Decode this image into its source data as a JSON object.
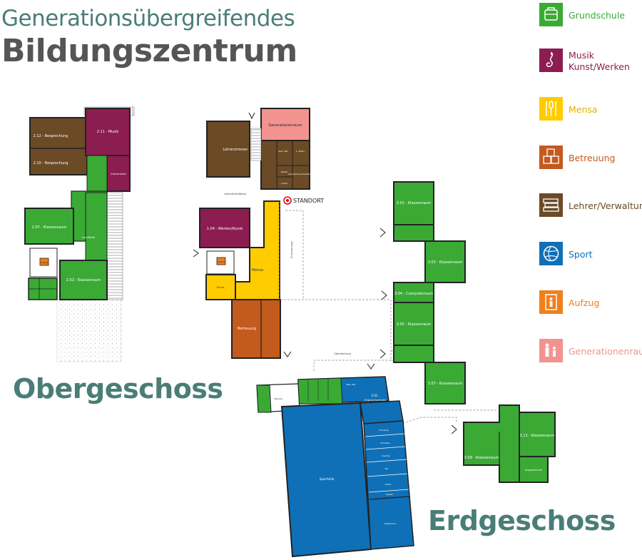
{
  "header": {
    "title_line1": "Generationsübergreifendes",
    "title_line2": "Bildungszentrum"
  },
  "floors": {
    "upper": "Obergeschoss",
    "ground": "Erdgeschoss"
  },
  "colors": {
    "grundschule": "#3aaa35",
    "musik": "#8b1d50",
    "mensa": "#ffcc00",
    "betreuung": "#c35a1e",
    "lehrer": "#6b4a26",
    "sport": "#0f70b7",
    "aufzug": "#f07f1d",
    "generationenraum": "#f29390",
    "title": "#4a7d78"
  },
  "legend": [
    {
      "label": "Grundschule",
      "color": "#3aaa35",
      "icon": "school-bag-icon"
    },
    {
      "label": "Musik\nKunst/Werken",
      "color": "#8b1d50",
      "icon": "music-icon"
    },
    {
      "label": "Mensa",
      "color": "#ffcc00",
      "icon": "cutlery-icon"
    },
    {
      "label": "Betreuung",
      "color": "#c35a1e",
      "icon": "toy-blocks-icon"
    },
    {
      "label": "Lehrer/Verwaltung",
      "color": "#6b4a26",
      "icon": "books-icon"
    },
    {
      "label": "Sport",
      "color": "#0f70b7",
      "icon": "ball-icon"
    },
    {
      "label": "Aufzug",
      "color": "#f07f1d",
      "icon": "elevator-icon"
    },
    {
      "label": "Generationenraum",
      "color": "#f29390",
      "icon": "family-icon"
    }
  ],
  "marker": {
    "label": "STANDORT"
  },
  "rooms": {
    "r212": {
      "num": "2.12",
      "name": "- Besprechung"
    },
    "r210": {
      "num": "2.10",
      "name": "- Besprechung"
    },
    "r211": {
      "num": "2.11",
      "name": "- Musik"
    },
    "instr": {
      "name": "Instrumente"
    },
    "r207": {
      "num": "2.07",
      "name": "- Klassenraum"
    },
    "lernflaeche": {
      "name": "Lernfläche"
    },
    "aufzug_og": {
      "name": "Aufzug"
    },
    "r202": {
      "num": "2.02",
      "name": "- Klassenraum"
    },
    "generationenraum": {
      "name": "Generationenraum"
    },
    "lehrerzimmer": {
      "name": "Lehrerzimmer"
    },
    "schulleitung": {
      "name": "Sekr. MO"
    },
    "stellv": {
      "name": "1. Stellv."
    },
    "raum_lehrer1": {
      "name": "Kopierr."
    },
    "raum_lehrer2": {
      "name": "Schulleitung Sekretariat"
    },
    "raum_lehrer3": {
      "name": "Lehrer"
    },
    "aufenthalt": {
      "name": "Aufenthaltsfläche"
    },
    "r104": {
      "num": "1.04",
      "name": "- Werken/Kunst"
    },
    "mensa": {
      "name": "Mensa"
    },
    "kueche": {
      "name": "Küche"
    },
    "aufzug_eg": {
      "name": "Aufzug"
    },
    "betreuung": {
      "name": "Betreuung"
    },
    "ueberdachung1": {
      "name": "Überdachung"
    },
    "ueberdachung2": {
      "name": "Überdachung"
    },
    "r301": {
      "num": "3.01",
      "name": "- Klassenraum"
    },
    "r303": {
      "num": "3.03",
      "name": "- Klassenraum"
    },
    "r304": {
      "num": "3.04",
      "name": "- Computerraum"
    },
    "r305": {
      "num": "3.05",
      "name": "- Klassenraum"
    },
    "r307": {
      "num": "3.07",
      "name": "- Klassenraum"
    },
    "r311": {
      "num": "3.11",
      "name": "- Klassenraum"
    },
    "gruppenraum": {
      "name": "Gruppenraum"
    },
    "r309": {
      "num": "3.09",
      "name": "- Klassenraum"
    },
    "r401": {
      "num": "4.01",
      "name": "- Eingang Sporthalle"
    },
    "sporthalle": {
      "name": "Sporthalle"
    },
    "geraete": {
      "name": "Geräteraum"
    },
    "technik": {
      "name": "Technik"
    },
    "umkleide1": {
      "name": "Umkleide"
    },
    "umkleide2": {
      "name": "Umkleide"
    },
    "dusche": {
      "name": "Duschen"
    },
    "wc": {
      "name": "WC"
    },
    "lehrer_sp": {
      "name": "Lehrer"
    },
    "sanitaer": {
      "name": "Sanitär"
    },
    "behwc": {
      "name": "Beh.-WC"
    }
  }
}
